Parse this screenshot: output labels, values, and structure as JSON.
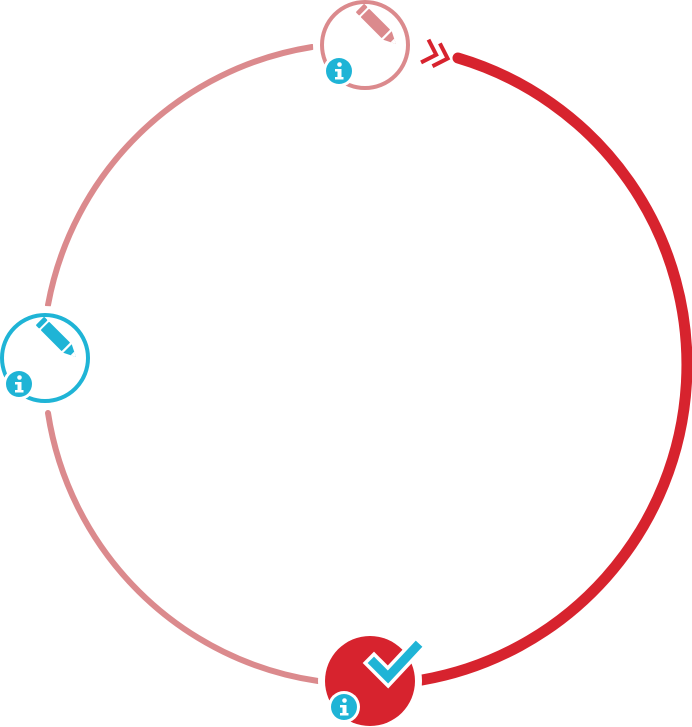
{
  "colors": {
    "primary": "#d7232e",
    "primary_light": "#db8a8d",
    "accent": "#1fb4d6",
    "background": "#ffffff"
  },
  "cycle": {
    "direction": "clockwise",
    "arrow": {
      "icon": "double-chevron-right-icon",
      "color": "#d7232e"
    },
    "arcs": [
      {
        "name": "top-to-bottom-arc",
        "from": "top",
        "to": "bottom",
        "side": "right",
        "color": "#d7232e",
        "style": "thick"
      },
      {
        "name": "bottom-to-left-arc",
        "from": "bottom",
        "to": "left",
        "side": "left",
        "color": "#db8a8d",
        "style": "thin"
      },
      {
        "name": "left-to-top-arc",
        "from": "left",
        "to": "top",
        "side": "left",
        "color": "#db8a8d",
        "style": "thin"
      }
    ],
    "nodes": [
      {
        "id": "top",
        "icon": "pencil-icon",
        "style": "outline",
        "ring_color": "#db8a8d",
        "icon_color": "#db8a8d",
        "badge_icon": "info-icon",
        "badge_color": "#1fb4d6"
      },
      {
        "id": "left",
        "icon": "pencil-icon",
        "style": "outline",
        "ring_color": "#1fb4d6",
        "icon_color": "#1fb4d6",
        "badge_icon": "info-icon",
        "badge_color": "#1fb4d6"
      },
      {
        "id": "bottom",
        "icon": "checkmark-icon",
        "style": "filled",
        "ring_color": "#d7232e",
        "icon_color": "#1fb4d6",
        "badge_icon": "info-icon",
        "badge_color": "#1fb4d6"
      }
    ]
  }
}
